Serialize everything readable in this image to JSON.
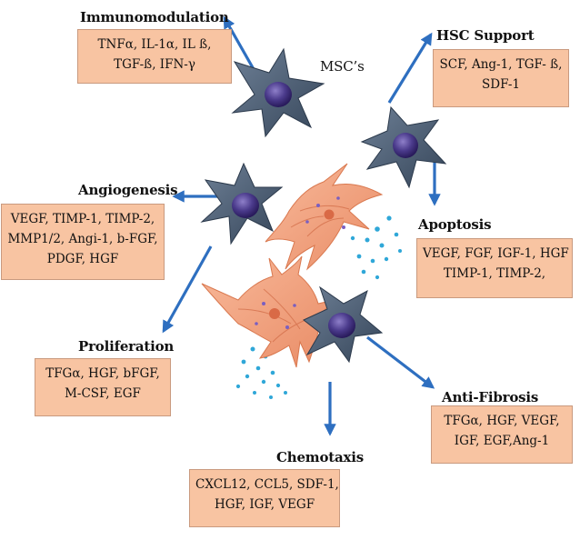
{
  "diagram": {
    "center_label": "MSC’s",
    "groups": [
      {
        "id": "immunomodulation",
        "title": "Immunomodulation",
        "lines": [
          "TNFα, IL-1α, IL ß,",
          "TGF-ß, IFN-γ"
        ]
      },
      {
        "id": "hsc-support",
        "title": "HSC Support",
        "lines": [
          "SCF, Ang-1, TGF- ß,",
          "SDF-1"
        ]
      },
      {
        "id": "angiogenesis",
        "title": "Angiogenesis",
        "lines": [
          "VEGF, TIMP-1, TIMP-2,",
          "MMP1/2, Angi-1, b-FGF,",
          "PDGF, HGF"
        ]
      },
      {
        "id": "apoptosis",
        "title": "Apoptosis",
        "lines": [
          "VEGF, FGF, IGF-1, HGF",
          "TIMP-1, TIMP-2,"
        ]
      },
      {
        "id": "proliferation",
        "title": "Proliferation",
        "lines": [
          "TFGα, HGF, bFGF,",
          "M-CSF, EGF"
        ]
      },
      {
        "id": "anti-fibrosis",
        "title": "Anti-Fibrosis",
        "lines": [
          "TFGα, HGF, VEGF,",
          "IGF, EGF,Ang-1"
        ]
      },
      {
        "id": "chemotaxis",
        "title": "Chemotaxis",
        "lines": [
          "CXCL12, CCL5, SDF-1,",
          "HGF, IGF, VEGF"
        ]
      }
    ]
  },
  "colors": {
    "box_fill": "#f8c4a2",
    "arrow": "#2e6fc0",
    "msc_cell": "#4a5a6e",
    "nucleus": "#3d2d7a",
    "fibroblast": "#f2a07e",
    "droplet": "#2fa7d8"
  }
}
